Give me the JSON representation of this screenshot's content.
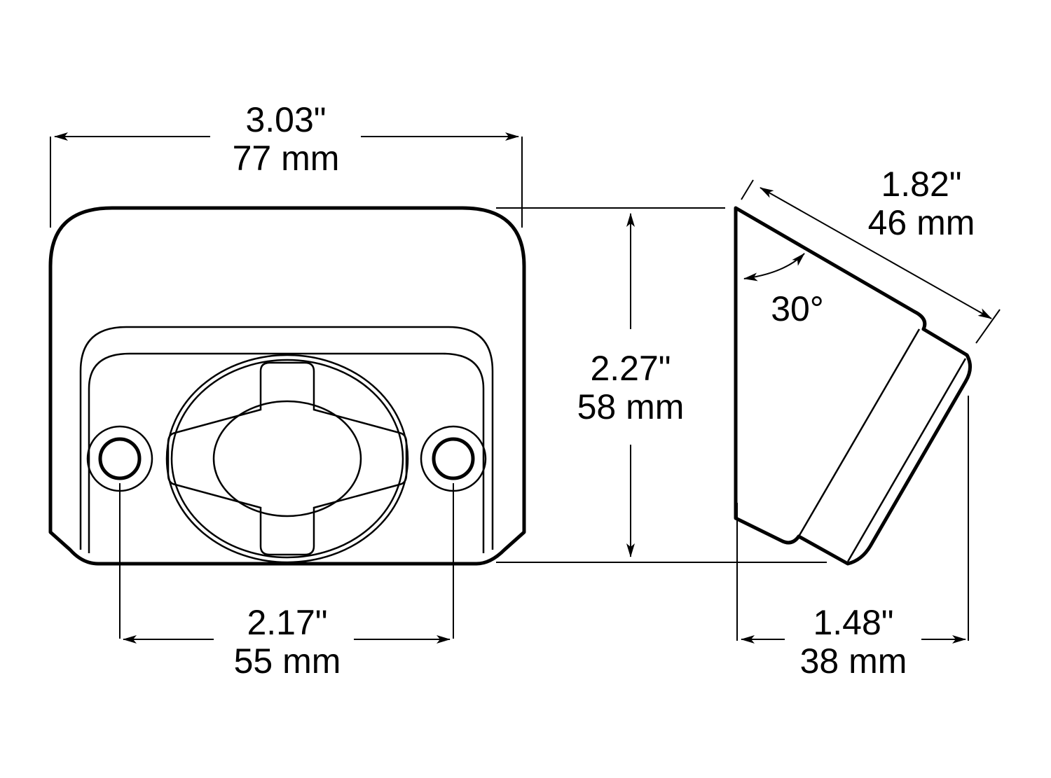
{
  "dimensions": {
    "overall_width": {
      "inch": "3.03\"",
      "mm": "77 mm"
    },
    "height": {
      "inch": "2.27\"",
      "mm": "58 mm"
    },
    "hole_spacing": {
      "inch": "2.17\"",
      "mm": "55 mm"
    },
    "face_length": {
      "inch": "1.82\"",
      "mm": "46 mm"
    },
    "depth": {
      "inch": "1.48\"",
      "mm": "38 mm"
    },
    "angle": "30°"
  }
}
